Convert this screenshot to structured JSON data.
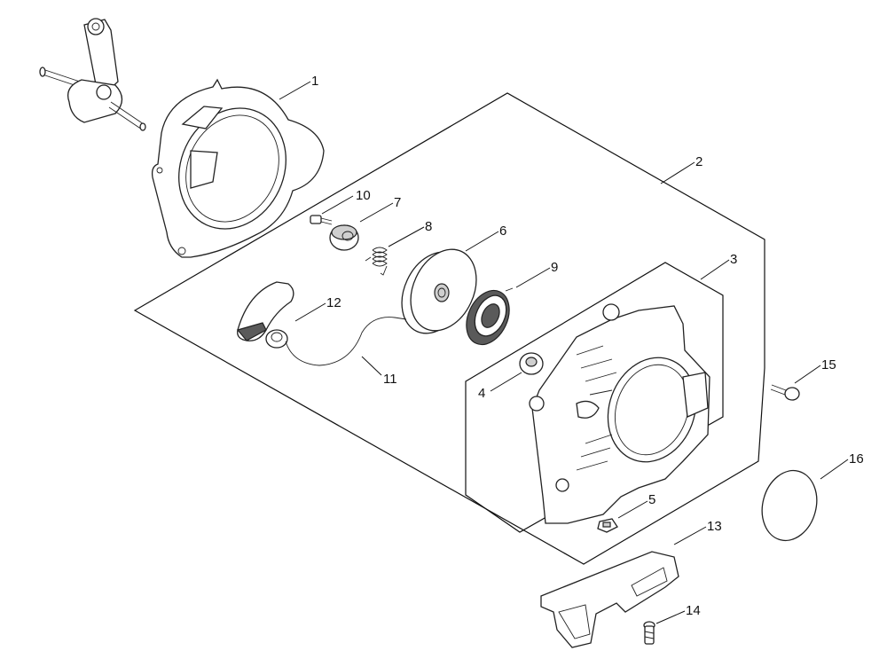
{
  "callouts": [
    {
      "id": "1",
      "label": "1"
    },
    {
      "id": "2",
      "label": "2"
    },
    {
      "id": "3",
      "label": "3"
    },
    {
      "id": "4",
      "label": "4"
    },
    {
      "id": "5",
      "label": "5"
    },
    {
      "id": "6",
      "label": "6"
    },
    {
      "id": "7",
      "label": "7"
    },
    {
      "id": "8",
      "label": "8"
    },
    {
      "id": "9",
      "label": "9"
    },
    {
      "id": "10",
      "label": "10"
    },
    {
      "id": "11",
      "label": "11"
    },
    {
      "id": "12",
      "label": "12"
    },
    {
      "id": "13",
      "label": "13"
    },
    {
      "id": "14",
      "label": "14"
    },
    {
      "id": "15",
      "label": "15"
    },
    {
      "id": "16",
      "label": "16"
    }
  ],
  "colors": {
    "line": "#111111",
    "background": "#ffffff",
    "shade": "#5a5a5a",
    "light_shade": "#cfcfcf"
  }
}
